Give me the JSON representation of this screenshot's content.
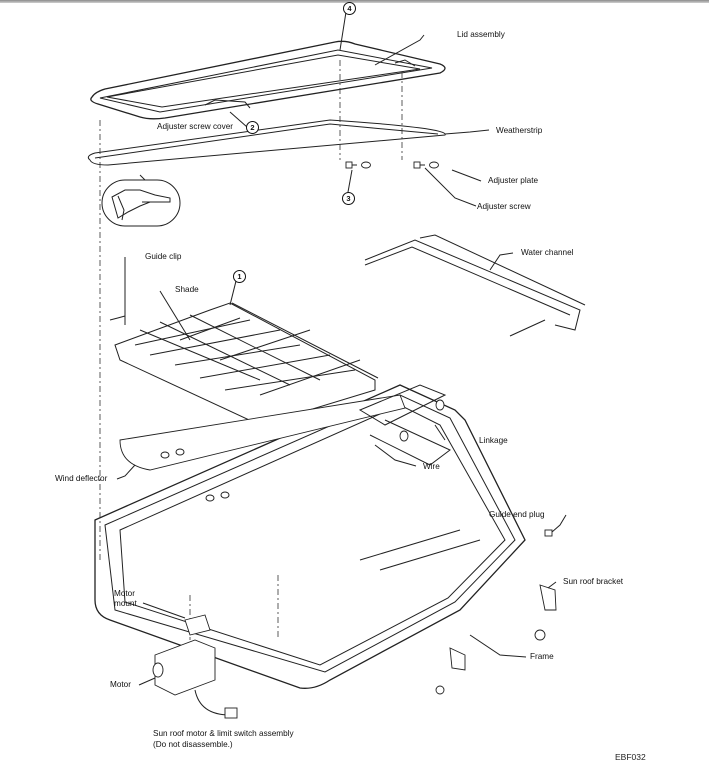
{
  "figure_code": "EBF032",
  "callouts": [
    "1",
    "2",
    "3",
    "4"
  ],
  "labels": {
    "lid_assembly": "Lid assembly",
    "adjuster_screw_cover": "Adjuster screw cover",
    "weatherstrip": "Weatherstrip",
    "adjuster_plate": "Adjuster plate",
    "adjuster_screw": "Adjuster screw",
    "guide_clip": "Guide clip",
    "shade": "Shade",
    "water_channel": "Water channel",
    "linkage": "Linkage",
    "wire": "Wire",
    "wind_deflector": "Wind deflector",
    "guide_end_plug": "Guide end plug",
    "sun_roof_bracket": "Sun roof bracket",
    "motor_mount_line1": "Motor",
    "motor_mount_line2": "mount",
    "motor": "Motor",
    "frame": "Frame",
    "assembly_line1": "Sun roof motor & limit switch assembly",
    "assembly_line2": "(Do not disassemble.)"
  },
  "colors": {
    "line": "#222222",
    "background": "#ffffff",
    "topbar": "#8a8a8a"
  }
}
